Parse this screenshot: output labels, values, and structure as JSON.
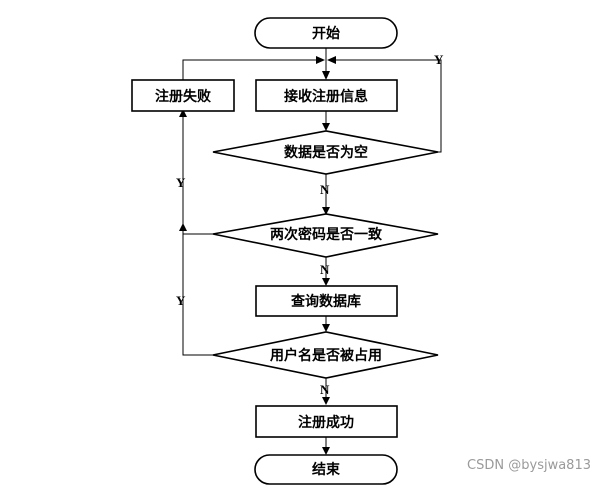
{
  "flowchart": {
    "start": "开始",
    "fail": "注册失败",
    "receive": "接收注册信息",
    "check_empty": "数据是否为空",
    "check_password": "两次密码是否一致",
    "query_db": "查询数据库",
    "check_username": "用户名是否被占用",
    "success": "注册成功",
    "end": "结束"
  },
  "branches": {
    "yes": "Y",
    "no": "N"
  },
  "watermark": "CSDN @bysjwa813"
}
